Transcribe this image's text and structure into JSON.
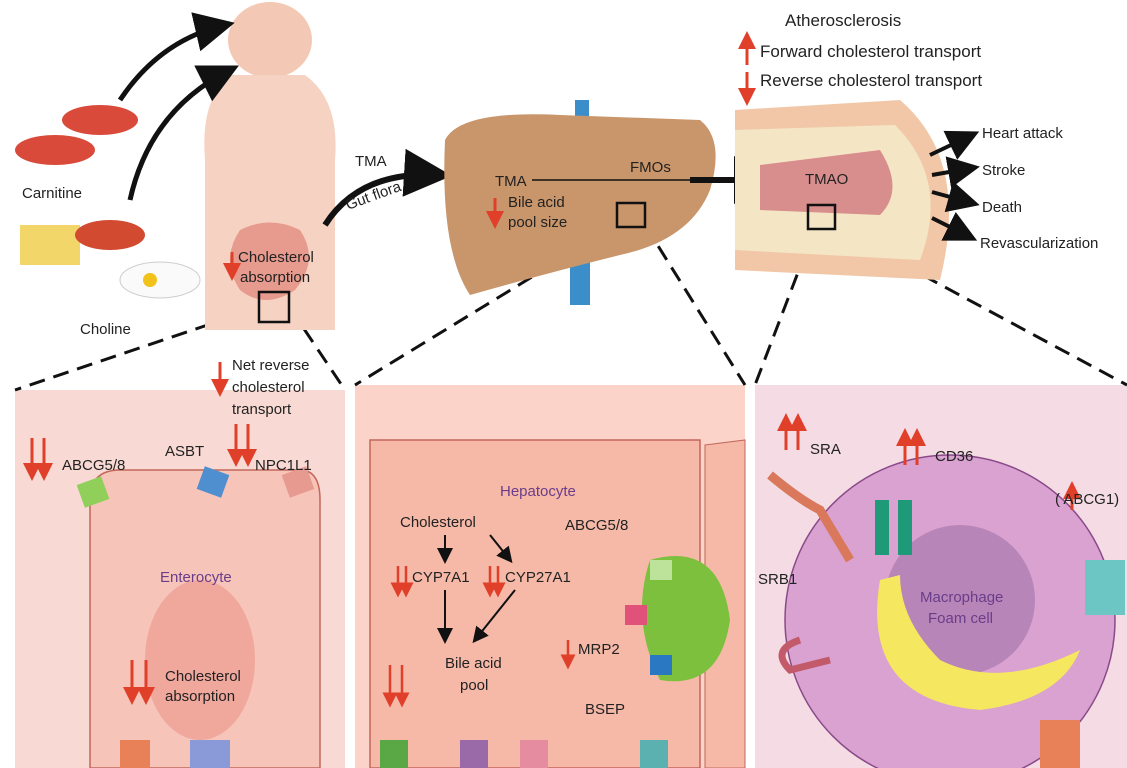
{
  "colors": {
    "arrow_red": "#e0402a",
    "intestine_panel": "#f9d9d3",
    "liver_panel": "#fbd3c8",
    "macrophage_panel": "#f4dbe4",
    "liver": "#c9956a",
    "macrophage": "#d9a2d0"
  },
  "top": {
    "carnitine": "Carnitine",
    "choline": "Choline",
    "cholesterol_absorption": [
      "Cholesterol",
      "absorption"
    ],
    "tma_label": "TMA",
    "gut_flora": "Gut flora",
    "liver_tma": "TMA",
    "fmos": "FMOs",
    "bile_acid_pool_size": [
      "Bile acid",
      "pool size"
    ],
    "tmao": "TMAO",
    "legend": {
      "title": "Atherosclerosis",
      "up": "Forward cholesterol transport",
      "down": "Reverse cholesterol transport"
    },
    "outcomes": [
      "Heart attack",
      "Stroke",
      "Death",
      "Revascularization"
    ]
  },
  "intestine_panel": {
    "net_reverse": [
      "Net reverse",
      "cholesterol",
      "transport"
    ],
    "abcg58": "ABCG5/8",
    "asbt": "ASBT",
    "npc1l1": "NPC1L1",
    "cell": "Enterocyte",
    "absorption": [
      "Cholesterol",
      "absorption"
    ]
  },
  "liver_panel": {
    "cell": "Hepatocyte",
    "cholesterol": "Cholesterol",
    "cyp7a1": "CYP7A1",
    "cyp27a1": "CYP27A1",
    "abcg58": "ABCG5/8",
    "mrp2": "MRP2",
    "bile_acid_pool": [
      "Bile acid",
      "pool"
    ],
    "bsep": "BSEP"
  },
  "macrophage_panel": {
    "sra": "SRA",
    "cd36": "CD36",
    "abcg1": "( ABCG1)",
    "srb1": "SRB1",
    "cell": [
      "Macrophage",
      "Foam cell"
    ]
  }
}
